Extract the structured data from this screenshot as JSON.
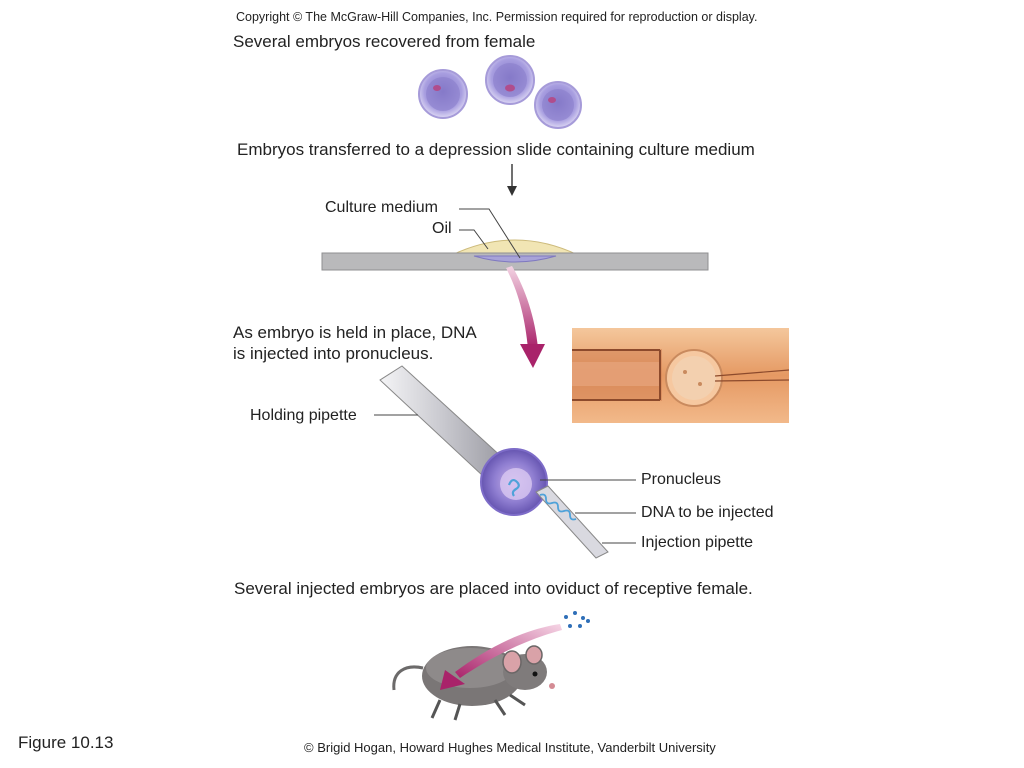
{
  "copyright": "Copyright © The McGraw-Hill Companies, Inc. Permission required for reproduction or display.",
  "steps": {
    "recovered": "Several embryos recovered from female",
    "transferred": "Embryos transferred to a depression slide containing culture medium",
    "injected_line1": "As embryo is held in place, DNA",
    "injected_line2": "is injected into pronucleus.",
    "placed": "Several injected embryos are placed into oviduct of receptive female."
  },
  "labels": {
    "culture_medium": "Culture medium",
    "oil": "Oil",
    "holding_pipette": "Holding pipette",
    "pronucleus": "Pronucleus",
    "dna": "DNA to be injected",
    "injection_pipette": "Injection pipette"
  },
  "credit": "© Brigid Hogan, Howard Hughes Medical Institute, Vanderbilt University",
  "figure_label": "Figure 10.13",
  "colors": {
    "embryo": "#9b8fd0",
    "arrow": "#b03a78",
    "slide": "#b9b9bb",
    "oil": "#f1e5b4",
    "photo": "#e9a373"
  }
}
